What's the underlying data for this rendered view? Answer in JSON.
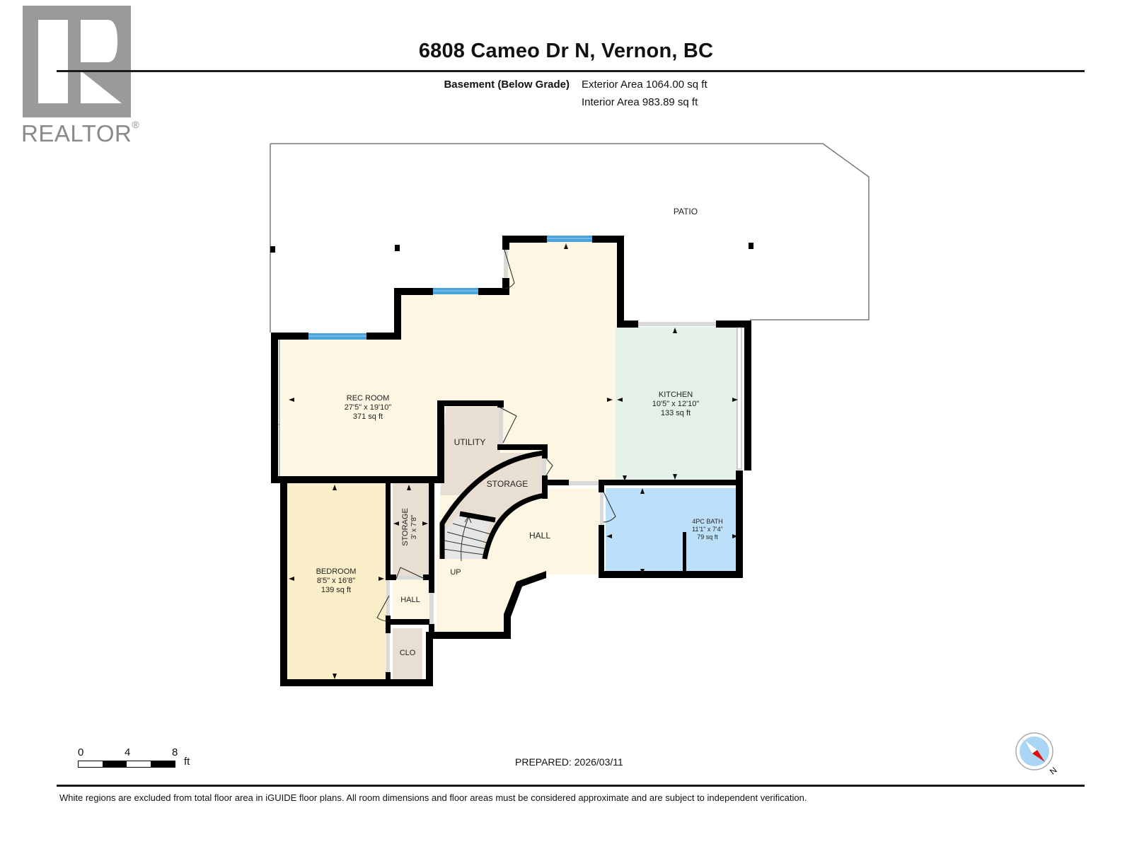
{
  "header": {
    "title": "6808 Cameo Dr N, Vernon, BC",
    "level": "Basement (Below Grade)",
    "exterior_area": "Exterior Area 1064.00 sq ft",
    "interior_area": "Interior Area 983.89 sq ft"
  },
  "logo": {
    "text": "REALTOR",
    "mark": "®",
    "color": "#9a9a9a"
  },
  "rooms": [
    {
      "name": "PATIO",
      "dims": "",
      "area": ""
    },
    {
      "name": "REC ROOM",
      "dims": "27'5\" x 19'10\"",
      "area": "371 sq ft",
      "color": "#fdf6e3"
    },
    {
      "name": "KITCHEN",
      "dims": "10'5\" x 12'10\"",
      "area": "133 sq ft",
      "color": "#e3f1e9"
    },
    {
      "name": "UTILITY",
      "dims": "",
      "area": "",
      "color": "#e8dfd2"
    },
    {
      "name": "STORAGE",
      "dims": "",
      "area": "",
      "color": "#e8dfd2"
    },
    {
      "name": "4PC BATH",
      "dims": "11'1\" x 7'4\"",
      "area": "79 sq ft",
      "color": "#bde0fa"
    },
    {
      "name": "STORAGE",
      "dims": "3' x 7'8\"",
      "area": "",
      "color": "#e8dfd2"
    },
    {
      "name": "HALL",
      "dims": "",
      "area": "",
      "color": "#fdf6e3"
    },
    {
      "name": "BEDROOM",
      "dims": "8'5\" x 16'8\"",
      "area": "139 sq ft",
      "color": "#fbefc9"
    },
    {
      "name": "HALL",
      "dims": "",
      "area": "",
      "color": "#fdf6e3"
    },
    {
      "name": "CLO",
      "dims": "",
      "area": "",
      "color": "#e8dfd2"
    },
    {
      "name": "UP",
      "dims": "",
      "area": ""
    }
  ],
  "colors": {
    "wall": "#000000",
    "window": "#4ba3db",
    "door_gap": "#d9d9d9",
    "patio_outline": "#7a7a7a"
  },
  "footer": {
    "scale": {
      "ticks": [
        "0",
        "4",
        "8"
      ],
      "unit": "ft"
    },
    "prepared": "PREPARED: 2026/03/11",
    "compass_label": "N",
    "disclaimer": "White regions are excluded from total floor area in iGUIDE floor plans. All room dimensions and floor areas must be considered approximate and are subject to independent verification."
  }
}
